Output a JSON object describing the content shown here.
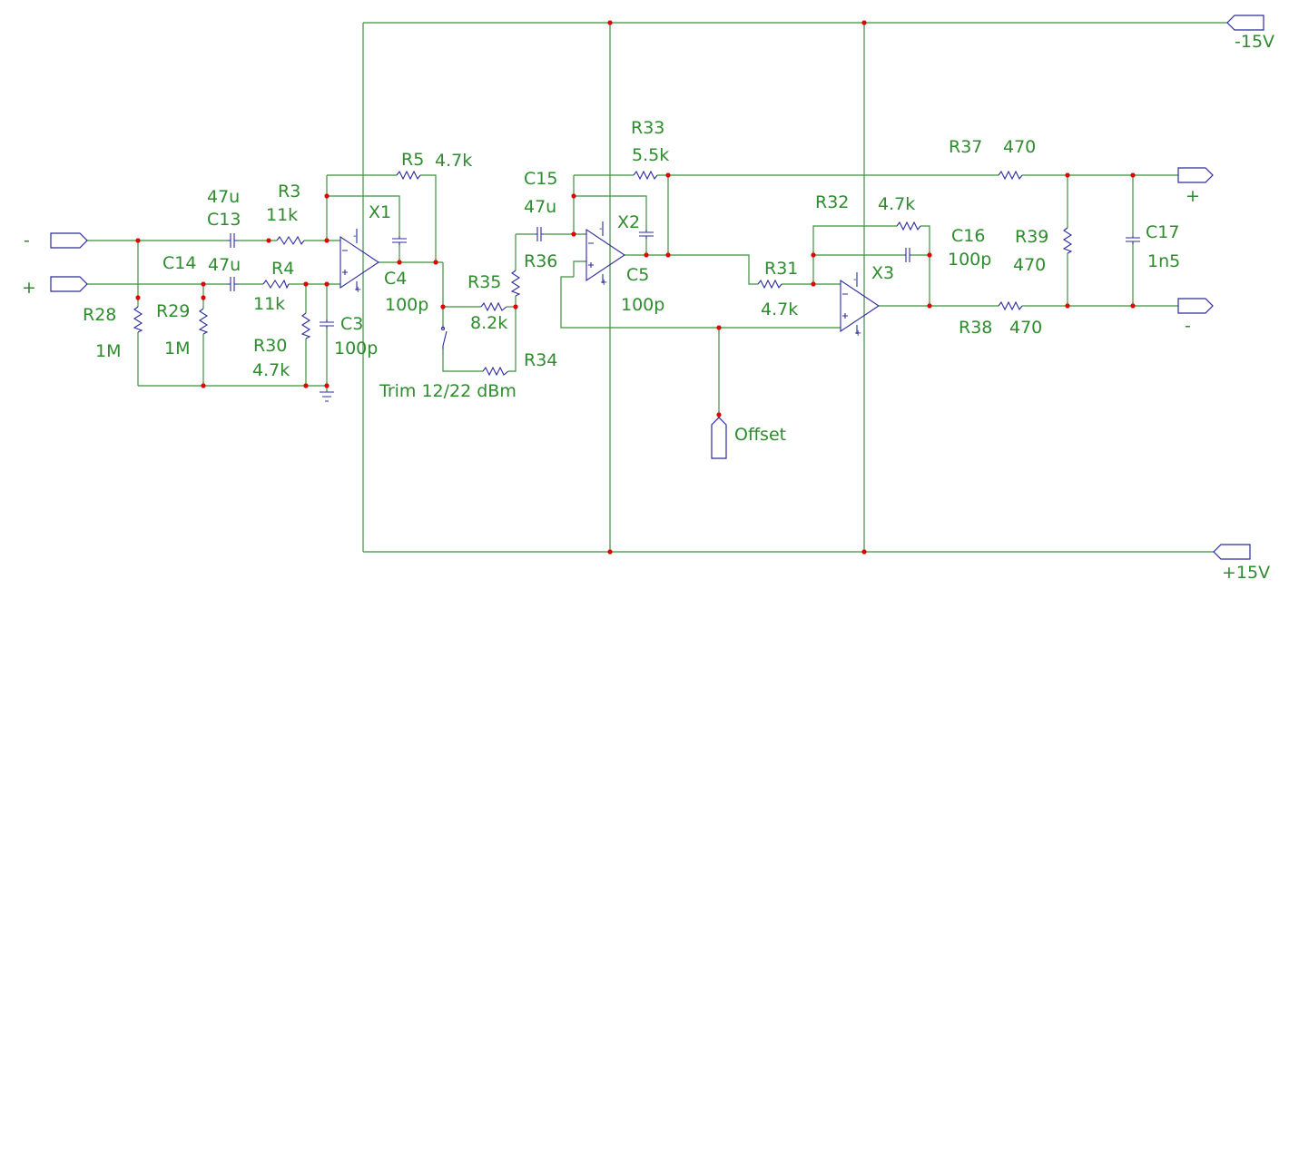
{
  "ports": {
    "supply_neg": "-15V",
    "supply_pos": "+15V",
    "in_neg": "-",
    "in_pos": "+",
    "out_pos": "+",
    "out_neg": "-",
    "offset": "Offset"
  },
  "opamps": {
    "x1": "X1",
    "x2": "X2",
    "x3": "X3"
  },
  "components": {
    "r3": {
      "ref": "R3",
      "value": "11k"
    },
    "r4": {
      "ref": "R4",
      "value": "11k"
    },
    "r5": {
      "ref": "R5",
      "value": "4.7k"
    },
    "r28": {
      "ref": "R28",
      "value": "1M"
    },
    "r29": {
      "ref": "R29",
      "value": "1M"
    },
    "r30": {
      "ref": "R30",
      "value": "4.7k"
    },
    "r31": {
      "ref": "R31",
      "value": "4.7k"
    },
    "r32": {
      "ref": "R32",
      "value": "4.7k"
    },
    "r33": {
      "ref": "R33",
      "value": "5.5k"
    },
    "r34": {
      "ref": "R34"
    },
    "r35": {
      "ref": "R35",
      "value": "8.2k"
    },
    "r36": {
      "ref": "R36"
    },
    "r37": {
      "ref": "R37",
      "value": "470"
    },
    "r38": {
      "ref": "R38",
      "value": "470"
    },
    "r39": {
      "ref": "R39",
      "value": "470"
    },
    "c3": {
      "ref": "C3",
      "value": "100p"
    },
    "c4": {
      "ref": "C4",
      "value": "100p"
    },
    "c5": {
      "ref": "C5",
      "value": "100p"
    },
    "c13": {
      "ref": "C13",
      "value": "47u"
    },
    "c14": {
      "ref": "C14",
      "value": "47u"
    },
    "c15": {
      "ref": "C15",
      "value": "47u"
    },
    "c16": {
      "ref": "C16",
      "value": "100p"
    },
    "c17": {
      "ref": "C17",
      "value": "1n5"
    }
  },
  "switch_label": "Trim 12/22 dBm",
  "colors": {
    "wire": "#3f8f3f",
    "component": "#2b2b9f",
    "node": "#e00000",
    "label": "#2e8b2e"
  }
}
